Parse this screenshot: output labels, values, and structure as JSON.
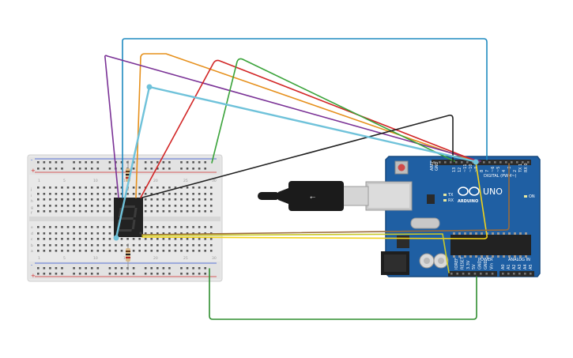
{
  "arduino": {
    "brand": "ARDUINO",
    "model": "UNO",
    "digital_header": "DIGITAL (PWM~)",
    "power_header": "POWER",
    "analog_header": "ANALOG IN",
    "led_labels": [
      "TX",
      "RX"
    ],
    "on_label": "ON",
    "aref_label": "AREF",
    "gnd_label": "GND",
    "digital_pins": [
      "13",
      "12",
      "~11",
      "~10",
      "~9",
      "8",
      "7",
      "~6",
      "~5",
      "4",
      "~3",
      "2",
      "TX 1",
      "RX 0"
    ],
    "power_pins": [
      "IOREF",
      "RESET",
      "3.3V",
      "5V",
      "GND",
      "GND",
      "Vin"
    ],
    "analog_pins": [
      "A0",
      "A1",
      "A2",
      "A3",
      "A4",
      "A5"
    ],
    "colors": {
      "board": "#1f5fa3",
      "board_edge": "#17497f",
      "header": "#2b2b2b"
    }
  },
  "breadboard": {
    "column_numbers": [
      "1",
      "5",
      "10",
      "15",
      "20",
      "25",
      "30"
    ],
    "row_letters_top": [
      "a",
      "b",
      "c",
      "d",
      "e"
    ],
    "row_letters_bottom": [
      "f",
      "g",
      "h",
      "i",
      "j"
    ],
    "rail_plus": "+",
    "rail_minus": "-",
    "colors": {
      "body": "#e6e6e6",
      "rail_red": "#d22b2b",
      "rail_blue": "#2b4fd2"
    }
  },
  "display": {
    "digit": "8",
    "segment_color": "#3c3c3c",
    "body_color": "#222222"
  },
  "wires": {
    "colors": {
      "blue": "#1f8ac0",
      "light_blue": "#6fc2da",
      "orange": "#e6901c",
      "purple": "#7a3296",
      "red": "#d22626",
      "green": "#3aa33a",
      "black": "#222222",
      "yellow": "#f1d21c",
      "brown": "#9a6a3a",
      "dark_green": "#2f8e2f"
    }
  }
}
